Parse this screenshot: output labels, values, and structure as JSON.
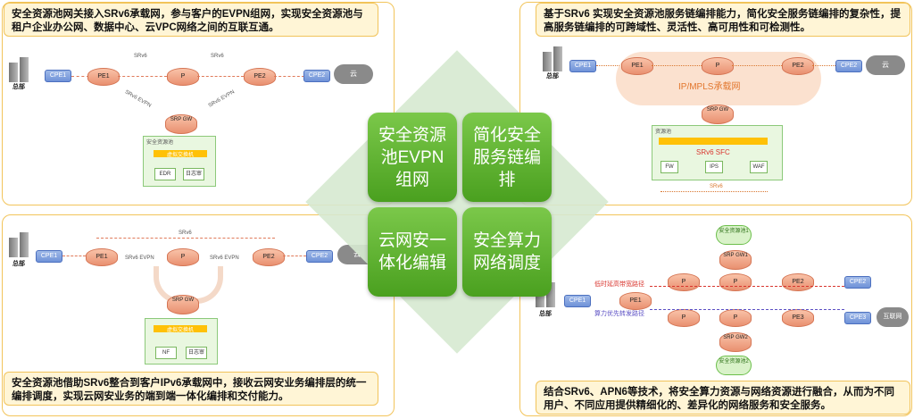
{
  "quadrants": {
    "tl": {
      "callout": "安全资源池网关接入SRv6承载网，参与客户的EVPN组网，实现安全资源池与租户企业办公网、数据中心、云VPC网络之间的互联互通。",
      "hq": "总部",
      "cpe1": "CPE1",
      "pe1": "PE1",
      "p": "P",
      "pe2": "PE2",
      "cpe2": "CPE2",
      "cloud": "云",
      "srv6_a": "SRv6",
      "srv6_b": "SRv6",
      "evpn_a": "SRv6 EVPN",
      "evpn_b": "SRv6 EVPN",
      "srp": "SRP GW",
      "pool": "安全资源池",
      "bar": "虚拟交换机",
      "fw1": "EDR",
      "fw2": "日志审"
    },
    "tr": {
      "callout": "基于SRv6 实现安全资源池服务链编排能力，简化安全服务链编排的复杂性，提高服务链编排的可跨域性、灵活性、高可用性和可检测性。",
      "hq": "总部",
      "cpe1": "CPE1",
      "pe1": "PE1",
      "p": "P",
      "pe2": "PE2",
      "cpe2": "CPE2",
      "cloud": "云",
      "ipmpls": "IP/MPLS承载网",
      "srp": "SRP GW",
      "pool": "资源池",
      "sfc": "SRv6 SFC",
      "v1": "FW",
      "v2": "IPS",
      "v3": "WAF",
      "srv6": "SRv6"
    },
    "bl": {
      "callout": "安全资源池借助SRv6整合到客户IPv6承载网中，接收云网安业务编排层的统一编排调度，实现云网安业务的端到端一体化编排和交付能力。",
      "hq": "总部",
      "cpe1": "CPE1",
      "pe1": "PE1",
      "p": "P",
      "pe2": "PE2",
      "cpe2": "CPE2",
      "cloud": "云",
      "srv6": "SRv6",
      "evpn_a": "SRv6 EVPN",
      "evpn_b": "SRv6 EVPN",
      "srp": "SRP GW",
      "bar": "虚拟交换机",
      "fw1": "NF",
      "fw2": "日志审"
    },
    "br": {
      "callout": "结合SRv6、APN6等技术，将安全算力资源与网络资源进行融合，从而为不同用户、不同应用提供精细化的、差异化的网络服务和安全服务。",
      "hq": "总部",
      "cpe1": "CPE1",
      "pe1": "PE1",
      "p": "P",
      "pe2": "PE2",
      "pe3": "PE3",
      "cpe2": "CPE2",
      "cpe3": "CPE3",
      "internet": "互联网",
      "pool1": "安全资源池1",
      "pool2": "安全资源池2",
      "srp1": "SRP GW1",
      "srp2": "SRP GW2",
      "path1": "低时延高带宽路径",
      "path2": "算力优先转发路径"
    }
  },
  "tiles": {
    "evpn": "安全资源池EVPN组网",
    "sfc": "简化安全服务链编排",
    "cloud": "云网安一体化编辑",
    "compute": "安全算力网络调度"
  },
  "colors": {
    "tile": "#5cb230",
    "callout_bg": "#fff5d6",
    "border": "#f2c45a"
  }
}
